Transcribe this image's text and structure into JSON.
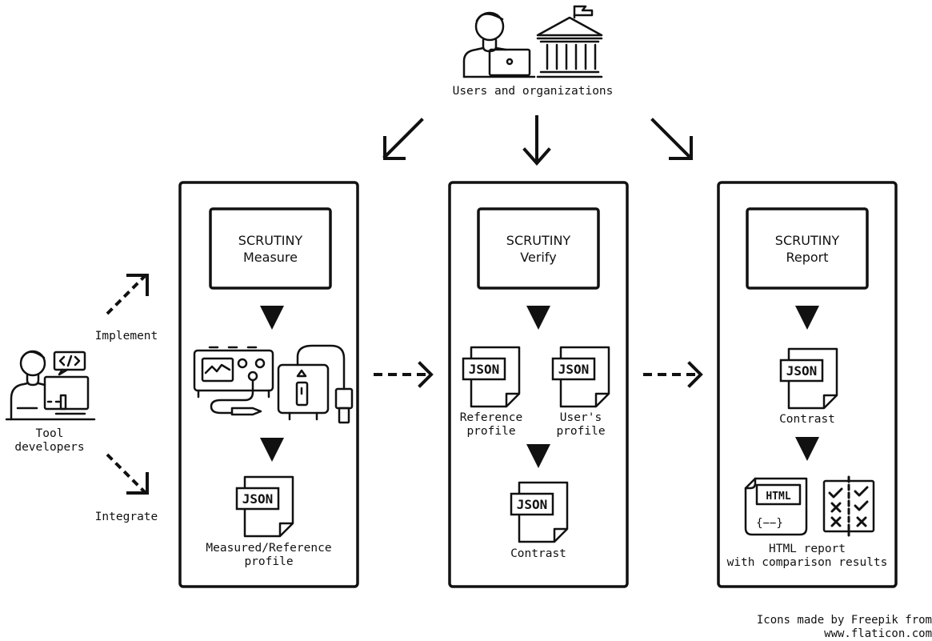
{
  "actors": {
    "users_label": "Users and organizations",
    "developers_label": "Tool developers",
    "implement_label": "Implement",
    "integrate_label": "Integrate"
  },
  "panels": {
    "measure": {
      "title": "SCRUTINY\nMeasure",
      "json_tag": "JSON",
      "output_label": "Measured/Reference\nprofile"
    },
    "verify": {
      "title": "SCRUTINY\nVerify",
      "json_tag": "JSON",
      "reference_label": "Reference\nprofile",
      "user_label": "User's\nprofile",
      "contrast_label": "Contrast"
    },
    "report": {
      "title": "SCRUTINY\nReport",
      "json_tag": "JSON",
      "contrast_label": "Contrast",
      "html_tag": "HTML",
      "code_tag": "{−−}",
      "output_label": "HTML report\nwith comparison results"
    }
  },
  "credit": "Icons made by Freepik from www.flaticon.com"
}
